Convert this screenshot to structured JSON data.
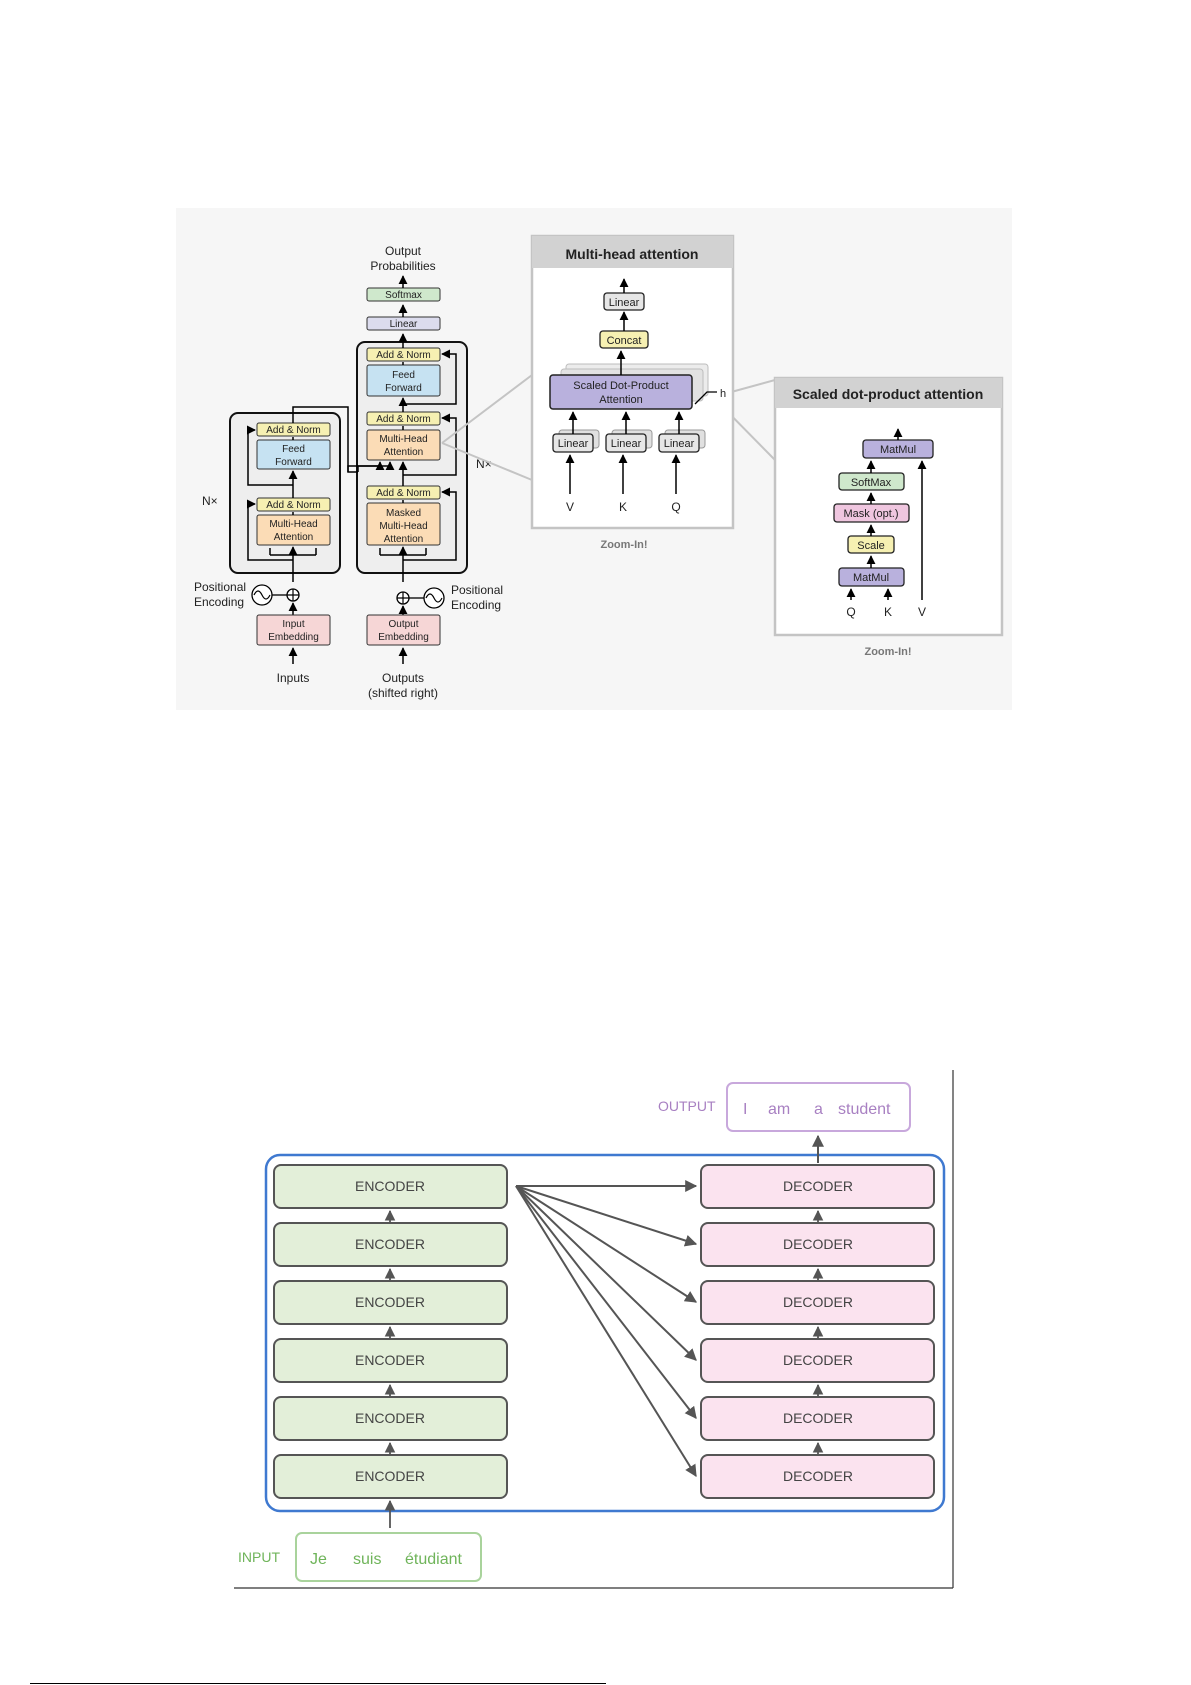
{
  "transformer": {
    "output_probabilities": [
      "Output",
      "Probabilities"
    ],
    "softmax": "Softmax",
    "linear": "Linear",
    "add_norm": "Add & Norm",
    "feed_forward": [
      "Feed",
      "Forward"
    ],
    "multi_head_attention": [
      "Multi-Head",
      "Attention"
    ],
    "masked_multi_head_attention": [
      "Masked",
      "Multi-Head",
      "Attention"
    ],
    "nx": "N×",
    "positional_encoding": [
      "Positional",
      "Encoding"
    ],
    "input_embedding": [
      "Input",
      "Embedding"
    ],
    "output_embedding": [
      "Output",
      "Embedding"
    ],
    "inputs": "Inputs",
    "outputs": [
      "Outputs",
      "(shifted right)"
    ]
  },
  "multihead_zoom": {
    "title": "Multi-head attention",
    "linear": "Linear",
    "concat": "Concat",
    "sdpa": [
      "Scaled Dot-Product",
      "Attention"
    ],
    "h": "h",
    "v": "V",
    "k": "K",
    "q": "Q",
    "zoom": "Zoom-In!"
  },
  "sdpa_zoom": {
    "title": "Scaled dot-product attention",
    "matmul": "MatMul",
    "softmax": "SoftMax",
    "mask": "Mask (opt.)",
    "scale": "Scale",
    "q": "Q",
    "k": "K",
    "v": "V",
    "zoom": "Zoom-In!"
  },
  "stack": {
    "output_label": "OUTPUT",
    "output_words": [
      "I",
      "am",
      "a",
      "student"
    ],
    "input_label": "INPUT",
    "input_words": [
      "Je",
      "suis",
      "étudiant"
    ],
    "encoders": [
      "ENCODER",
      "ENCODER",
      "ENCODER",
      "ENCODER",
      "ENCODER",
      "ENCODER"
    ],
    "decoders": [
      "DECODER",
      "DECODER",
      "DECODER",
      "DECODER",
      "DECODER",
      "DECODER"
    ]
  },
  "colors": {
    "add_norm": "#f6f0b2",
    "feed_forward": "#c6e2f2",
    "attention": "#fbdcb6",
    "embedding": "#f6d6d6",
    "softmax": "#cfe8cc",
    "linear": "#dcdcee",
    "sdpa": "#b9b1dd",
    "mask": "#efc6df",
    "encoder": "#e3efd9",
    "decoder": "#fbe3ef",
    "blue_border": "#3f79d0",
    "output_purple": "#a880c2",
    "input_green": "#6fb45a"
  }
}
